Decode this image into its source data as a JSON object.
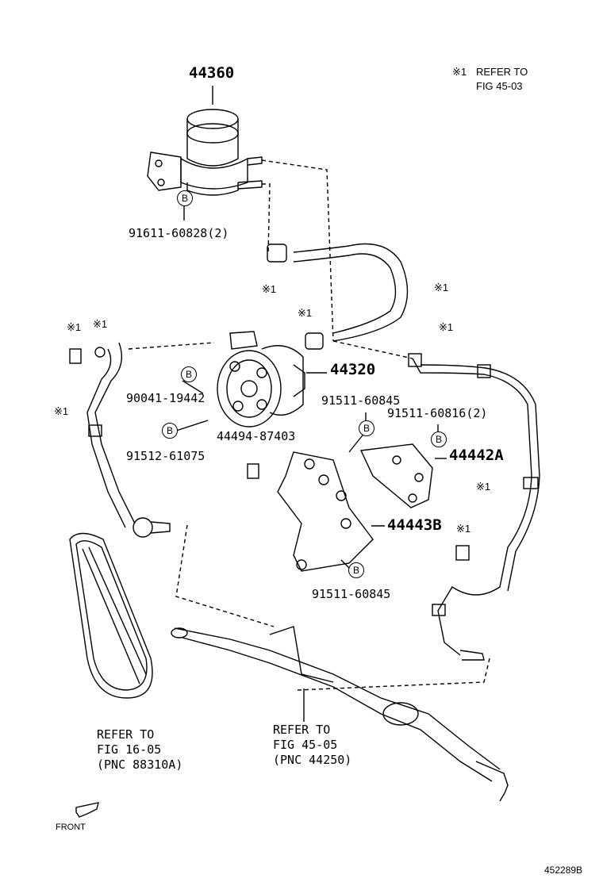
{
  "note": {
    "mark": "※1",
    "line1": "REFER TO",
    "line2": "FIG 45-03"
  },
  "parts": {
    "reservoir": "44360",
    "pump": "44320",
    "bracket_a": "44442A",
    "bracket_b": "44443B",
    "bolt_91611": "91611-60828(2)",
    "bolt_90041": "90041-19442",
    "bolt_91512": "91512-61075",
    "clip_44494": "44494-87403",
    "bolt_91511_top": "91511-60845",
    "bolt_91511_2": "91511-60816(2)",
    "bolt_91511_bottom": "91511-60845"
  },
  "marks": {
    "ref": "※1",
    "b": "B"
  },
  "refs": {
    "belt": {
      "l1": "REFER TO",
      "l2": "FIG 16-05",
      "l3": "(PNC 88310A)"
    },
    "rack": {
      "l1": "REFER TO",
      "l2": "FIG 45-05",
      "l3": "(PNC 44250)"
    }
  },
  "front_label": "FRONT",
  "figure_id": "452289B"
}
